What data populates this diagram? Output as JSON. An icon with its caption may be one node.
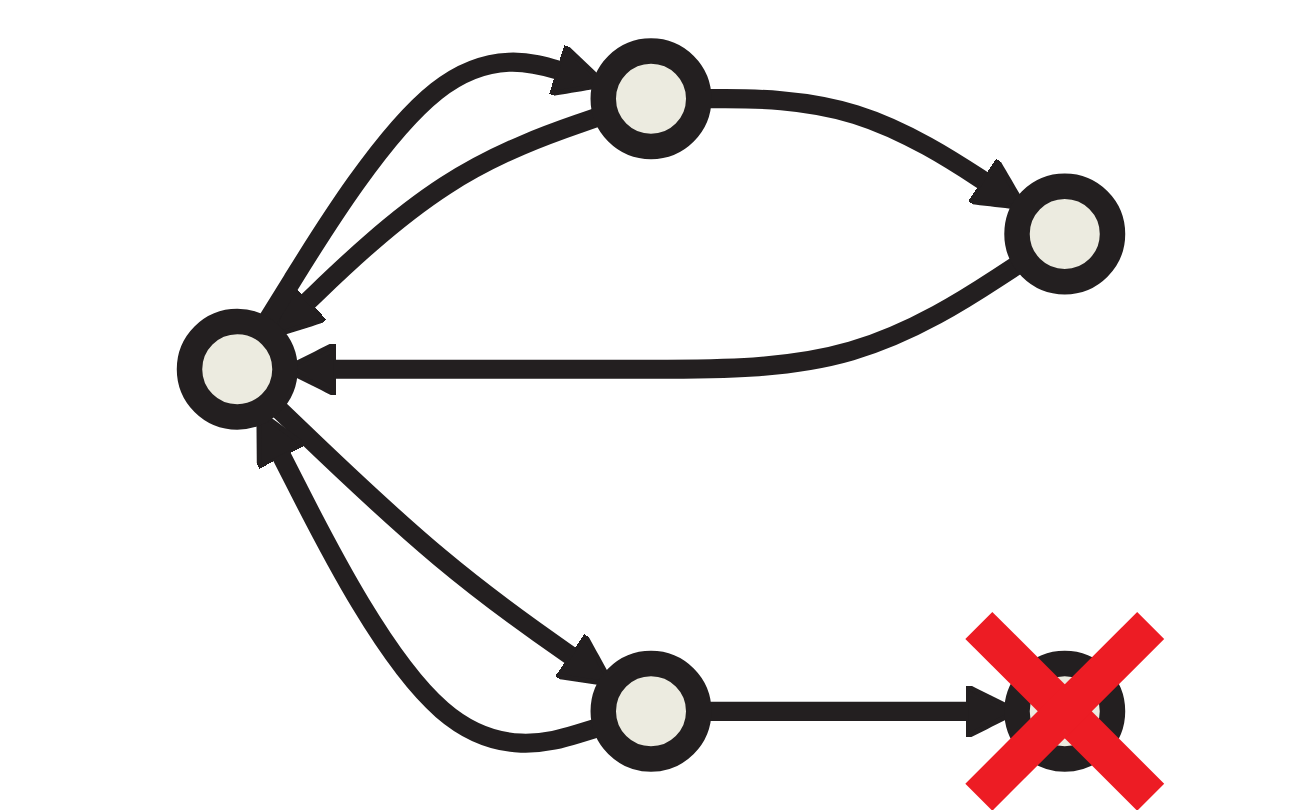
{
  "diagram": {
    "nodes": [
      {
        "text": [],
        "shape": "circle"
      },
      {
        "text": [],
        "shape": "circle"
      },
      {
        "text": [],
        "shape": "circle"
      },
      {
        "text": [],
        "shape": "circle"
      },
      {
        "text": [],
        "shape": "crossed-circle"
      }
    ],
    "edges": [
      {
        "from": 2,
        "to": 0,
        "arrow": "to"
      },
      {
        "from": 0,
        "to": 2,
        "arrow": "to"
      },
      {
        "from": 2,
        "to": 3,
        "arrow": "to"
      },
      {
        "from": 3,
        "to": 0,
        "arrow": "to"
      },
      {
        "from": 0,
        "to": 1,
        "arrow": "to"
      },
      {
        "from": 1,
        "to": 0,
        "arrow": "to"
      },
      {
        "from": 1,
        "to": 4,
        "arrow": "to"
      }
    ]
  }
}
